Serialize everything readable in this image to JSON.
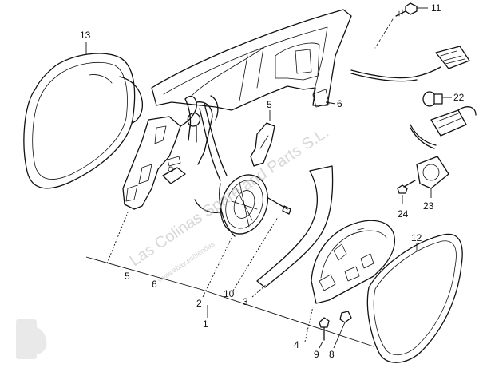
{
  "diagram": {
    "part_numbers": {
      "p1": "1",
      "p2": "2",
      "p3": "3",
      "p4": "4",
      "p5a": "5",
      "p5b": "5",
      "p6a": "6",
      "p6b": "6",
      "p8": "8",
      "p9": "9",
      "p10": "10",
      "p11": "11",
      "p12": "12",
      "p13": "13",
      "p22": "22",
      "p23": "23",
      "p24": "24"
    },
    "watermark": {
      "main": "Las Colinas Spare and Parts S.L.",
      "sub": "www.ebay.es/tiendas"
    }
  }
}
